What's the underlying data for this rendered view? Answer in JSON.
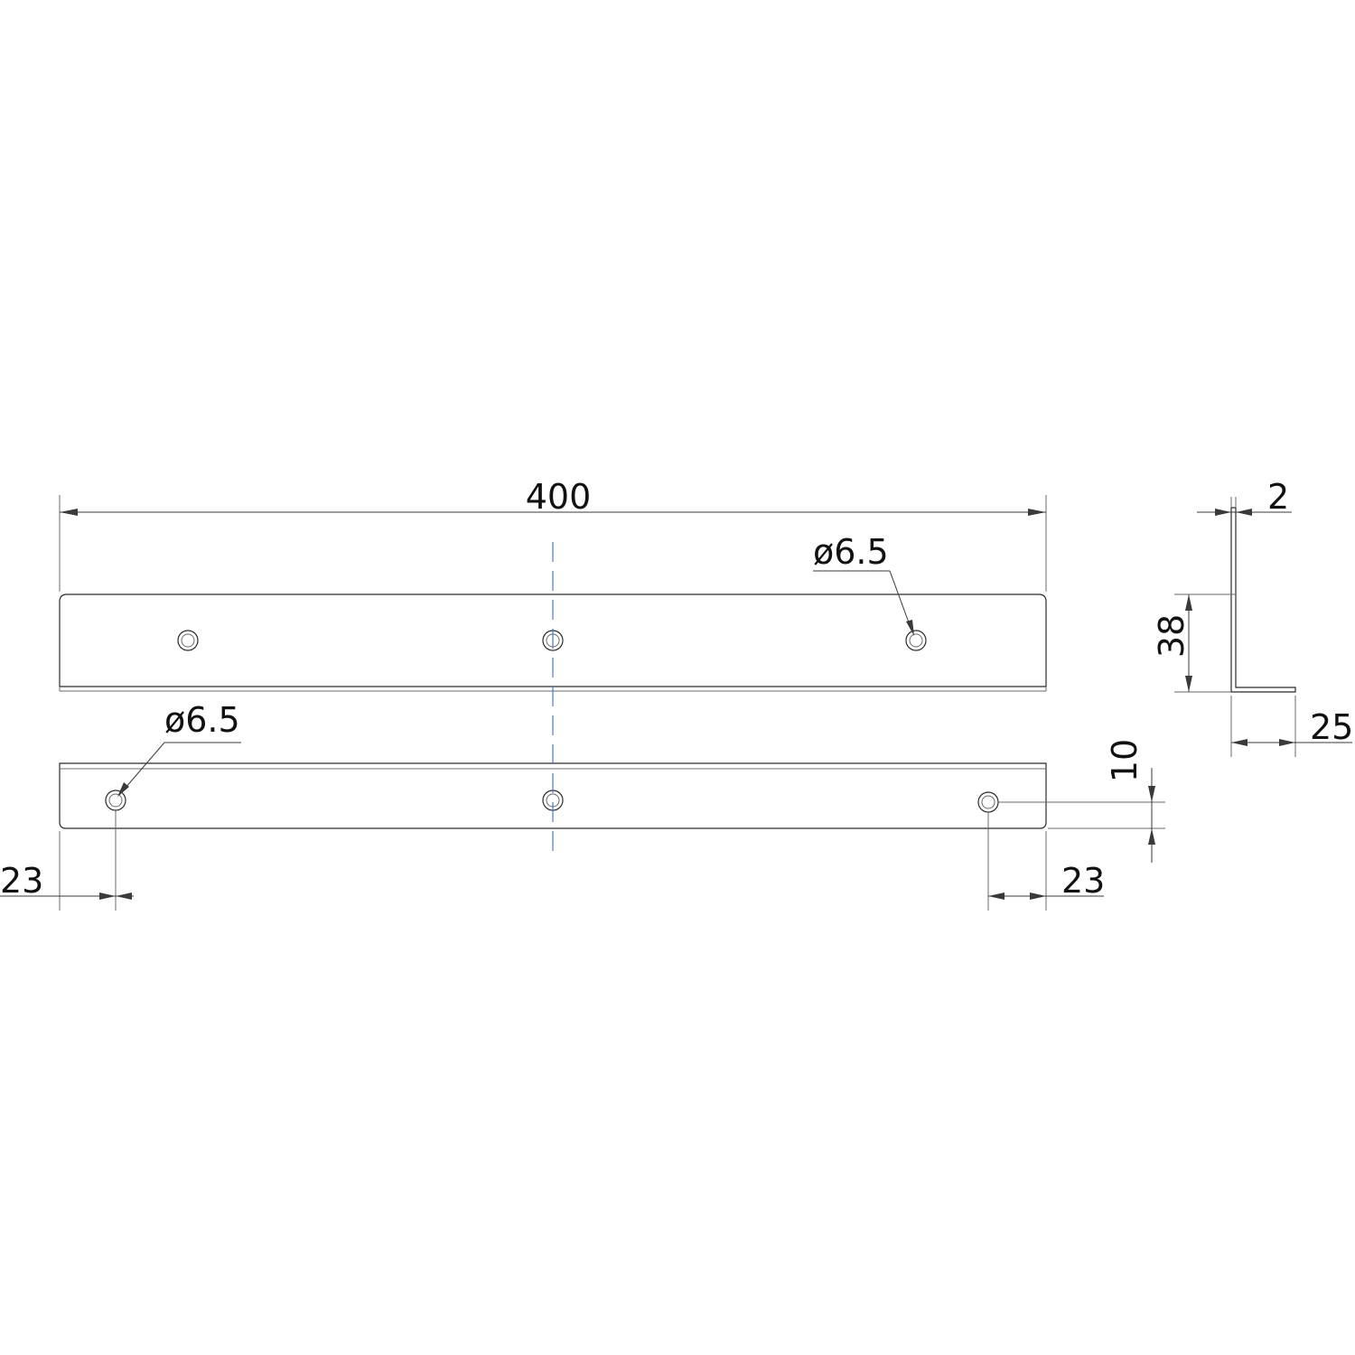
{
  "dimensions": {
    "overall_length": "400",
    "hole_top": "ø6.5",
    "hole_bottom": "ø6.5",
    "edge_left": "23",
    "edge_right": "23",
    "hole_offset": "10",
    "thickness": "2",
    "flange_height": "38",
    "flange_width": "25"
  },
  "colors": {
    "line": "#2b2b2b",
    "centerline": "#4a78c8",
    "background": "#ffffff"
  }
}
